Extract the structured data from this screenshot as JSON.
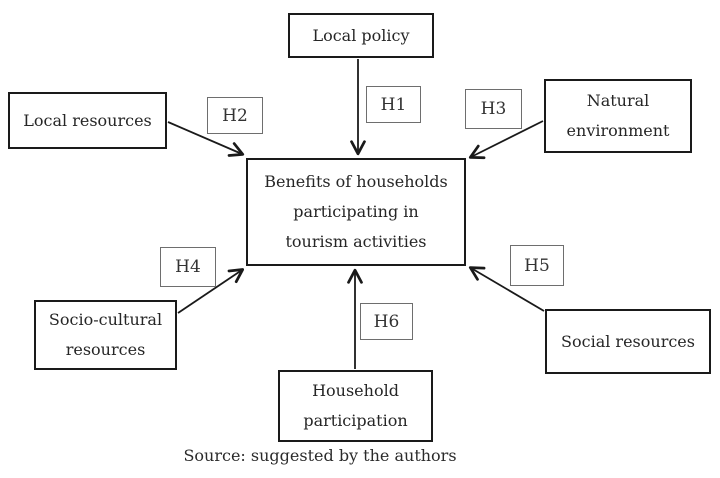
{
  "diagram": {
    "nodes": {
      "local_policy": {
        "lines": [
          "Local policy"
        ]
      },
      "local_resources": {
        "lines": [
          "Local resources"
        ]
      },
      "natural_environment": {
        "lines": [
          "Natural",
          "environment"
        ]
      },
      "center": {
        "lines": [
          "Benefits of households",
          "participating in",
          "tourism activities"
        ]
      },
      "socio_cultural": {
        "lines": [
          "Socio-cultural",
          "resources"
        ]
      },
      "social_resources": {
        "lines": [
          "Social resources"
        ]
      },
      "household": {
        "lines": [
          "Household",
          "participation"
        ]
      }
    },
    "hypotheses": {
      "h1": "H1",
      "h2": "H2",
      "h3": "H3",
      "h4": "H4",
      "h5": "H5",
      "h6": "H6"
    },
    "source_note": "Source: suggested by the authors",
    "colors": {
      "box_border": "#1a1a1a",
      "hypothesis_border": "#6e6e6e",
      "text": "#262626",
      "arrow": "#1a1a1a",
      "background": "#ffffff"
    }
  }
}
